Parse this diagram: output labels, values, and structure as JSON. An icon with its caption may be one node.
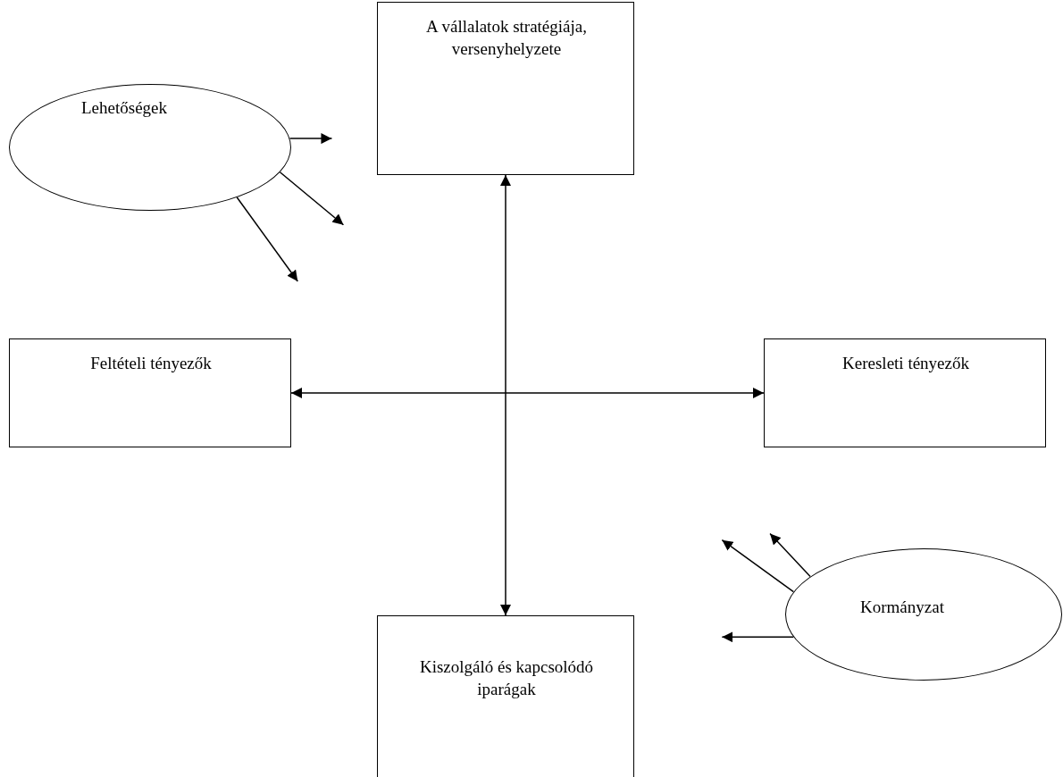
{
  "diagram": {
    "nodes": [
      {
        "text": [
          "Lehetőségek"
        ]
      },
      {
        "text": [
          "A vállalatok stratégiája, versenyhelyzete"
        ]
      },
      {
        "text": [
          "Feltételi tényezők"
        ]
      },
      {
        "text": [
          "Keresleti tényezők"
        ]
      },
      {
        "text": [
          "Kiszolgáló és kapcsolódó iparágak"
        ]
      },
      {
        "text": [
          "Kormányzat"
        ]
      }
    ],
    "edges": [
      {
        "from": 1,
        "to": 4,
        "arrow": "both"
      },
      {
        "from": 2,
        "to": 3,
        "arrow": "both"
      },
      {
        "from": 0,
        "to": null,
        "arrow": "to"
      },
      {
        "from": 0,
        "to": null,
        "arrow": "to"
      },
      {
        "from": 0,
        "to": null,
        "arrow": "to"
      },
      {
        "from": 5,
        "to": null,
        "arrow": "to"
      },
      {
        "from": 5,
        "to": null,
        "arrow": "to"
      },
      {
        "from": 5,
        "to": null,
        "arrow": "to"
      }
    ]
  }
}
